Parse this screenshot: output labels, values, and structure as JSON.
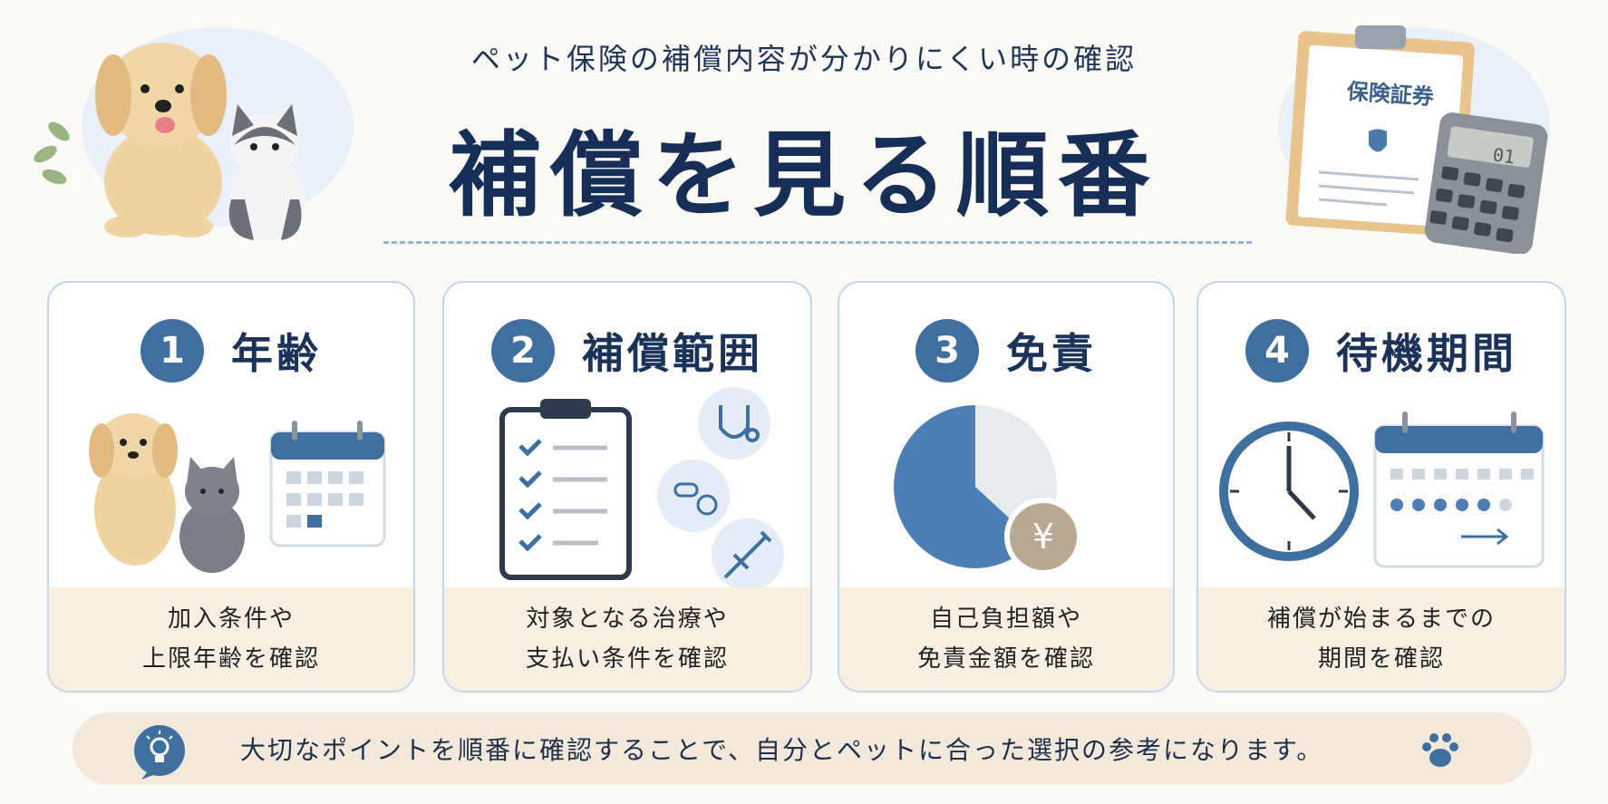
{
  "header": {
    "subtitle": "ペット保険の補償内容が分かりにくい時の確認",
    "title": "補償を見る順番",
    "certificate_label": "保険証券",
    "calculator_display": "01"
  },
  "cards": [
    {
      "number": "1",
      "title": "年齢",
      "line1": "加入条件や",
      "line2": "上限年齢を確認",
      "icon": "pets-calendar-icon"
    },
    {
      "number": "2",
      "title": "補償範囲",
      "line1": "対象となる治療や",
      "line2": "支払い条件を確認",
      "icon": "checklist-medical-icon"
    },
    {
      "number": "3",
      "title": "免責",
      "line1": "自己負担額や",
      "line2": "免責金額を確認",
      "icon": "pie-yen-icon"
    },
    {
      "number": "4",
      "title": "待機期間",
      "line1": "補償が始まるまでの",
      "line2": "期間を確認",
      "icon": "clock-calendar-icon"
    }
  ],
  "footer": {
    "message": "大切なポイントを順番に確認することで、自分とペットに合った選択の参考になります。"
  },
  "colors": {
    "accent": "#3e6f9e",
    "title": "#172f57",
    "card_border": "#c6d6e8",
    "card_foot": "#f7f0e2",
    "banner": "#f2e9dc"
  }
}
